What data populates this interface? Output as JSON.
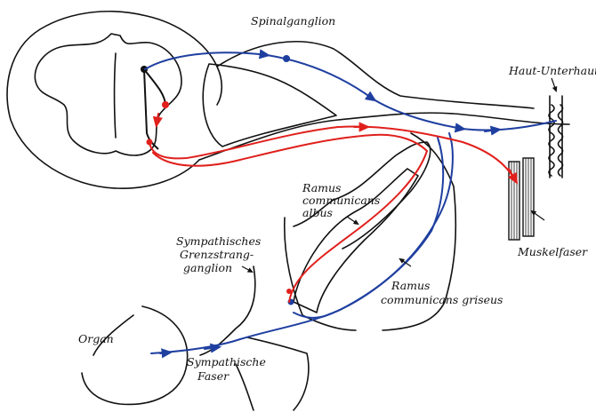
{
  "colors": {
    "outline": "#111111",
    "sensory": "#1f3fa0",
    "motor": "#e0201c"
  },
  "labels": {
    "spinalganglion": "Spinalganglion",
    "haut": "Haut-Unterhaut",
    "ramus_albus": [
      "Ramus",
      "communicans",
      "albus"
    ],
    "muskelfaser": "Muskelfaser",
    "sympathisches": [
      "Sympathisches",
      "Grenzstrang-",
      "ganglion"
    ],
    "ramus_griseus": [
      "Ramus",
      "communicans griseus"
    ],
    "organ": "Organ",
    "sympathische_faser": [
      "Sympathische",
      "Faser"
    ]
  }
}
